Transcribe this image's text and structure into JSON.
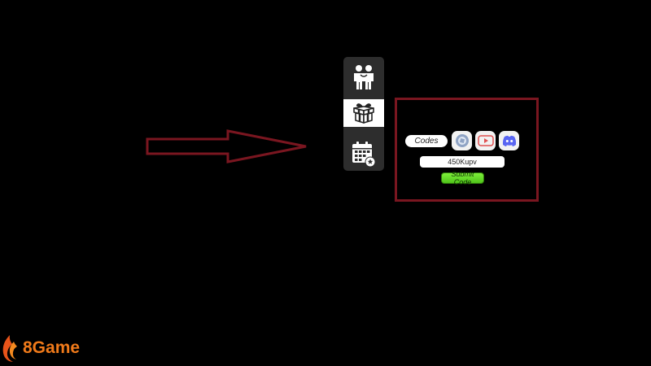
{
  "codes_panel": {
    "label": "Codes",
    "code_value": "450Kupv",
    "code_placeholder": "",
    "submit_label": "Submit Code"
  },
  "side_menu": {
    "items": [
      {
        "icon": "friends-icon",
        "active": false
      },
      {
        "icon": "gift-icon",
        "active": true
      },
      {
        "icon": "calendar-icon",
        "active": false
      }
    ]
  },
  "socials": [
    "roblox-icon",
    "youtube-icon",
    "discord-icon"
  ],
  "watermark": {
    "text": "8Game"
  },
  "colors": {
    "highlight": "#7a1620",
    "menu_bg": "#2d2d2d",
    "submit_green": "#6be02c",
    "logo_orange": "#f07a1a"
  }
}
